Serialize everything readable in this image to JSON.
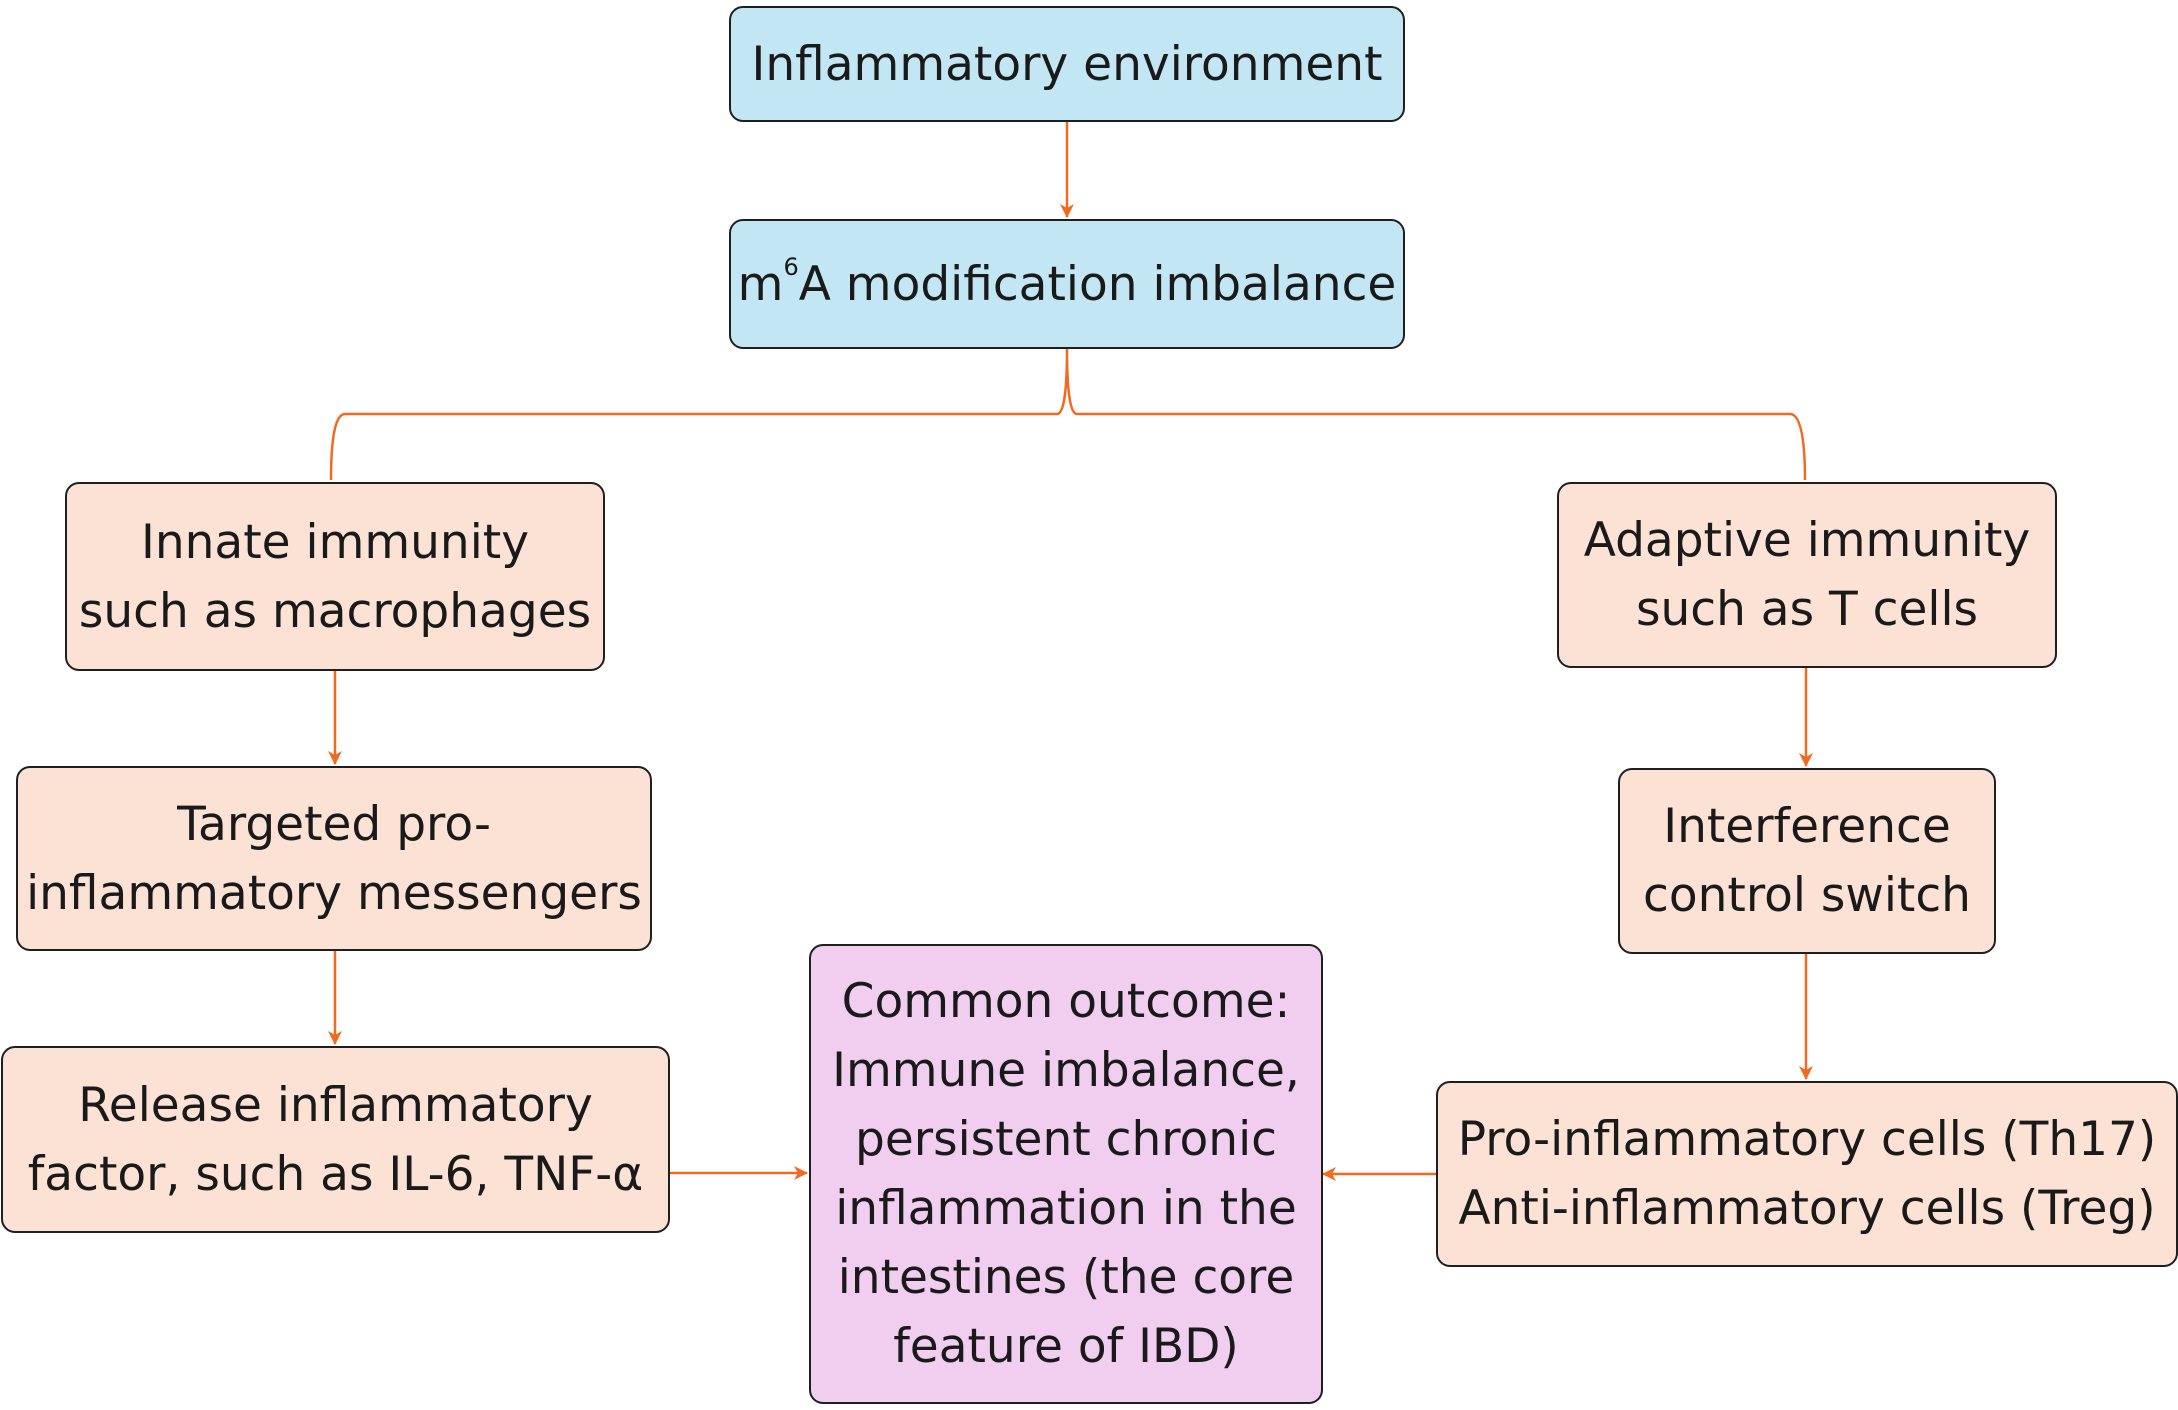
{
  "colors": {
    "connector": "#f26a1f",
    "top_box_fill": "#c3e6f5",
    "branch_box_fill": "#fbe2d5",
    "outcome_box_fill": "#f1cdef",
    "border": "#1f1f1f"
  },
  "nodes": {
    "inflammatory_env": {
      "label": "Inflammatory environment"
    },
    "m6a": {
      "prefix": "m",
      "superscript": "6",
      "suffix": "A modification imbalance"
    },
    "innate": {
      "lines": [
        "Innate immunity",
        "such as macrophages"
      ]
    },
    "adaptive": {
      "lines": [
        "Adaptive immunity",
        "such as T cells"
      ]
    },
    "targeted": {
      "lines": [
        "Targeted pro-",
        "inflammatory messengers"
      ]
    },
    "interference": {
      "lines": [
        "Interference",
        "control switch"
      ]
    },
    "release": {
      "lines": [
        "Release inflammatory",
        "factor, such as IL-6, TNF-α"
      ]
    },
    "cells": {
      "lines": [
        "Pro-inflammatory cells (Th17)",
        "Anti-inflammatory cells (Treg)"
      ]
    },
    "outcome": {
      "lines": [
        "Common outcome:",
        "Immune imbalance,",
        "persistent chronic",
        "inflammation in the",
        "intestines (the core",
        "feature of IBD)"
      ]
    }
  }
}
